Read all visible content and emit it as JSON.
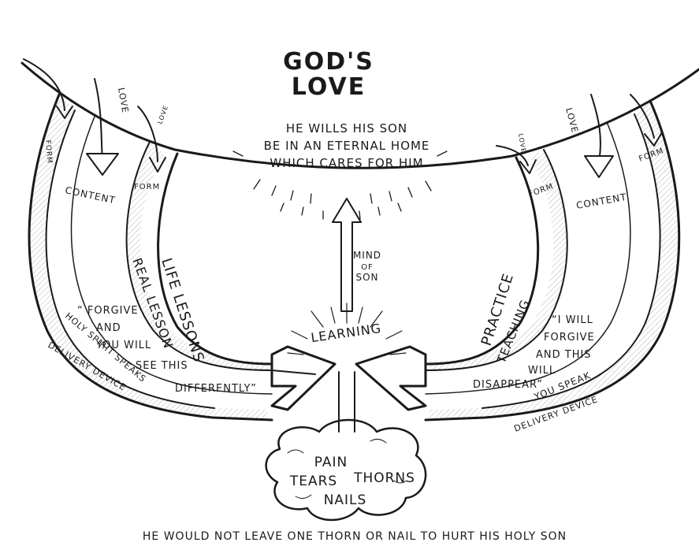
{
  "title": {
    "line1": "GOD'S",
    "line2": "LOVE"
  },
  "center_text": {
    "line1": "HE WILLS HIS SON",
    "line2": "BE IN AN ETERNAL HOME",
    "line3": "WHICH CARES FOR HIM"
  },
  "up_arrow_label": {
    "line1": "MIND",
    "line2": "OF",
    "line3": "SON"
  },
  "learning_label": "LEARNING",
  "cloud_words": {
    "pain": "PAIN",
    "tears": "TEARS",
    "thorns": "THORNS",
    "nails": "NAILS"
  },
  "footer": "HE WOULD NOT LEAVE ONE THORN OR NAIL TO HURT HIS HOLY SON",
  "left": {
    "love_top": "LOVE",
    "love_small": "LOVE",
    "form_outer": "FORM",
    "form_inner": "FORM",
    "content": "CONTENT",
    "life_lessons": "LIFE LESSONS",
    "real_lesson": "REAL LESSON",
    "quote": [
      "“ FORGIVE",
      "AND",
      "YOU WILL",
      "SEE THIS",
      "DIFFERENTLY”"
    ],
    "holy_spirit": "HOLY SPIRIT SPEAKS",
    "delivery": "DELIVERY DEVICE"
  },
  "right": {
    "love_top": "LOVE",
    "love_small": "LOVE",
    "form_outer": "FORM",
    "form_inner": "FORM",
    "content": "CONTENT",
    "practice": "PRACTICE",
    "teaching": "TEACHING",
    "quote": [
      "“I WILL",
      "FORGIVE",
      "AND THIS",
      "WILL",
      "DISAPPEAR”"
    ],
    "you_speak": "YOU SPEAK",
    "delivery": "DELIVERY DEVICE"
  }
}
